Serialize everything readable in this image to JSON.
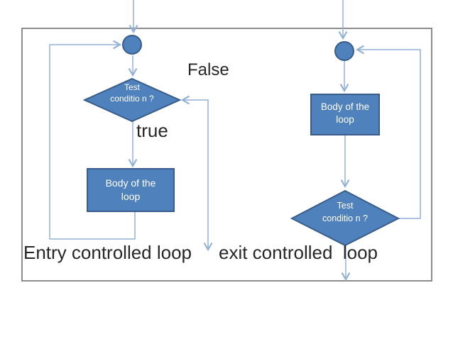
{
  "colors": {
    "background": "#ffffff",
    "frame": "#7f7f7f",
    "connector": "#92b1d6",
    "shape_fill": "#4f81bd",
    "shape_stroke": "#385d8a",
    "shape_text": "#ffffff",
    "label_text": "#262626"
  },
  "entry_loop": {
    "caption": "Entry controlled loop",
    "false_label": "False",
    "true_label": "true",
    "condition": "Test conditio n ?",
    "body": "Body of the loop"
  },
  "exit_loop": {
    "caption": "exit controlled  loop",
    "condition": "Test conditio n ?",
    "body": "Body of the loop"
  }
}
